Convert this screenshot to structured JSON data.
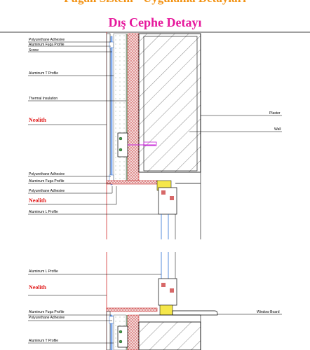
{
  "header": {
    "title": "Fugalı Sistem - Uygulama Detayları",
    "subtitle": "Dış Cephe Detayı"
  },
  "colors": {
    "title": "#f29111",
    "subtitle": "#e6189c",
    "neolith": "#e11b1b",
    "profile": "#2b6fd6",
    "sealant": "#e8d416",
    "anchor": "#c41bd6"
  },
  "top_detail": {
    "labels": {
      "pu_adhesive_1": "Polyurethane Adhesive",
      "aluminum_fuga_1": "Aluminum Fuga Profile",
      "screw": "Screw",
      "aluminum_t_1": "Aluminum T Profile",
      "thermal_insulation": "Thermal Insulation",
      "neolith_1": "Neolith",
      "pu_adhesive_2": "Polyurethane Adhesive",
      "aluminum_fuga_2": "Aluminum Fuga Profile",
      "pu_adhesive_3": "Polyurethane Adhesive",
      "neolith_2": "Neolith",
      "aluminum_l_1": "Aluminum L Profile",
      "plaster": "Plaster",
      "wall": "Wall"
    }
  },
  "bottom_detail": {
    "labels": {
      "aluminum_l_2": "Aluminum L Profile",
      "neolith_3": "Neolith",
      "aluminum_fuga_3": "Aluminum Fuga Profile",
      "pu_adhesive_4": "Polyurethane Adhesive",
      "aluminum_t_2": "Aluminum T Profile",
      "window_board": "Window Board"
    }
  }
}
